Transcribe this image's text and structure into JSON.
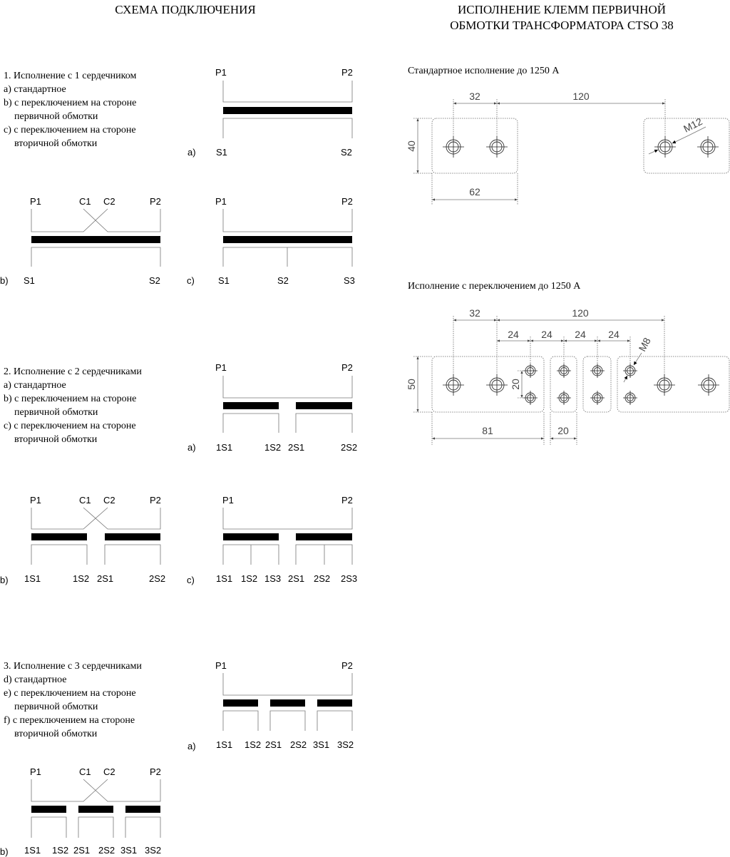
{
  "header": {
    "left_title": "СХЕМА ПОДКЛЮЧЕНИЯ",
    "right_title_line1": "ИСПОЛНЕНИЕ КЛЕММ ПЕРВИЧНОЙ",
    "right_title_line2": "ОБМОТКИ ТРАНСФОРМАТОРА CTSO 38"
  },
  "sections": {
    "s1": {
      "title": "1. Исполнение с 1 сердечником",
      "lines": [
        "a) стандартное",
        "b) с переключением на стороне",
        "первичной обмотки",
        "c) с переключением на стороне",
        "вторичной обмотки"
      ]
    },
    "s2": {
      "title": "2. Исполнение с 2 сердечниками",
      "lines": [
        "a) стандартное",
        "b) с переключением на стороне",
        "первичной обмотки",
        "c) с переключением на стороне",
        "вторичной обмотки"
      ]
    },
    "s3": {
      "title": "3. Исполнение с 3 сердечниками",
      "lines": [
        "d) стандартное",
        "e) с переключением на стороне",
        "первичной обмотки",
        "f) с переключением на стороне",
        "вторичной обмотки"
      ]
    }
  },
  "variant_labels": {
    "a": "a)",
    "b": "b)",
    "c": "c)"
  },
  "terminals": {
    "P1": "P1",
    "P2": "P2",
    "C1": "C1",
    "C2": "C2",
    "S1": "S1",
    "S2": "S2",
    "S3": "S3",
    "1S1": "1S1",
    "1S2": "1S2",
    "1S3": "1S3",
    "2S1": "2S1",
    "2S2": "2S2",
    "2S3": "2S3",
    "3S1": "3S1",
    "3S2": "3S2"
  },
  "terminal_designs": {
    "standard": {
      "caption": "Стандартное исполнение до 1250 A",
      "dims": {
        "d32": "32",
        "d120": "120",
        "d40": "40",
        "d62": "62",
        "thread": "M12"
      }
    },
    "switching": {
      "caption": "Исполнение с переключением до 1250 A",
      "dims": {
        "d32": "32",
        "d120": "120",
        "d24": "24",
        "d20": "20",
        "d50": "50",
        "d81": "81",
        "thread": "M8"
      }
    }
  }
}
